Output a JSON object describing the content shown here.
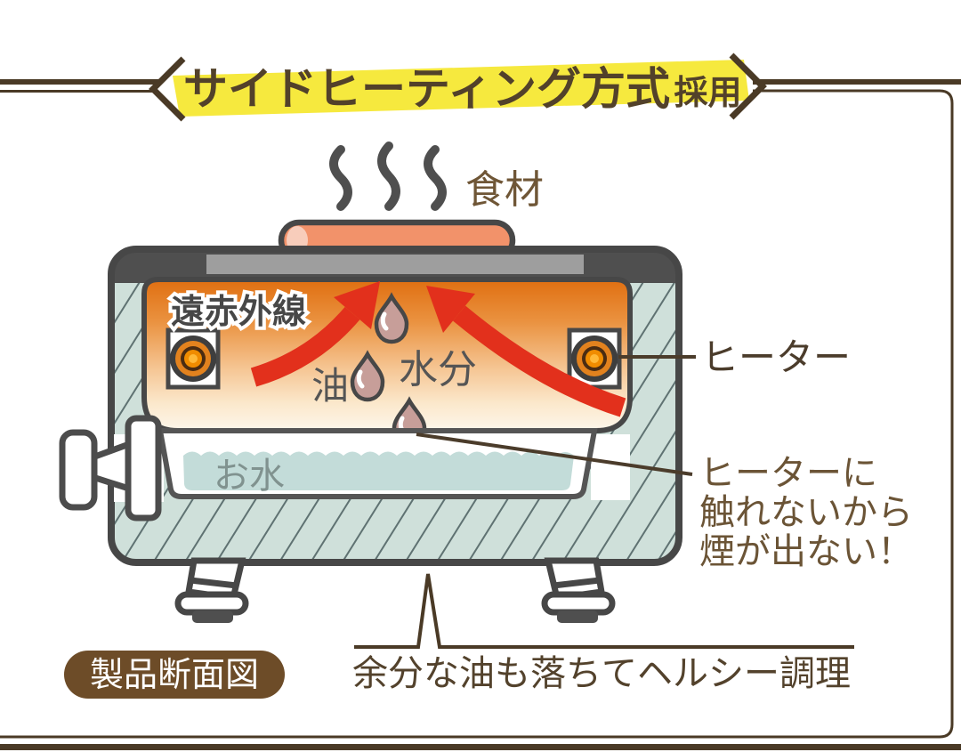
{
  "header": {
    "title": "サイドヒーティング方式",
    "title_suffix": "採用",
    "highlight_color": "#f6e93e",
    "frame_color": "#4a3a26"
  },
  "labels": {
    "food": "食材",
    "far_infrared": "遠赤外線",
    "oil": "油",
    "moisture": "水分",
    "water": "お水",
    "heater": "ヒーター",
    "no_smoke_line1": "ヒーターに",
    "no_smoke_line2": "触れないから",
    "no_smoke_line3": "煙が出ない！",
    "healthy_cooking": "余分な油も落ちてヘルシー調理",
    "caption": "製品断面図"
  },
  "colors": {
    "title_text": "#52412a",
    "outline_gray": "#474747",
    "wall_fill": "#cfe0da",
    "hatch_line": "#5f7272",
    "chamber_orange_top": "#e06f10",
    "arrow_red": "#e2301c",
    "droplet_mauve": "#c79e99",
    "water_blue": "#c3dcd9",
    "food_salmon": "#f2926a",
    "food_cut_face": "#f8cdbb",
    "heater_core_orange": "#f08c00",
    "badge_brown": "#6d4c28",
    "note_brown": "#6b5436",
    "steam_gray": "#4f4f4f",
    "plate_gray": "#9e9e9e",
    "water_text": "#80928f"
  }
}
